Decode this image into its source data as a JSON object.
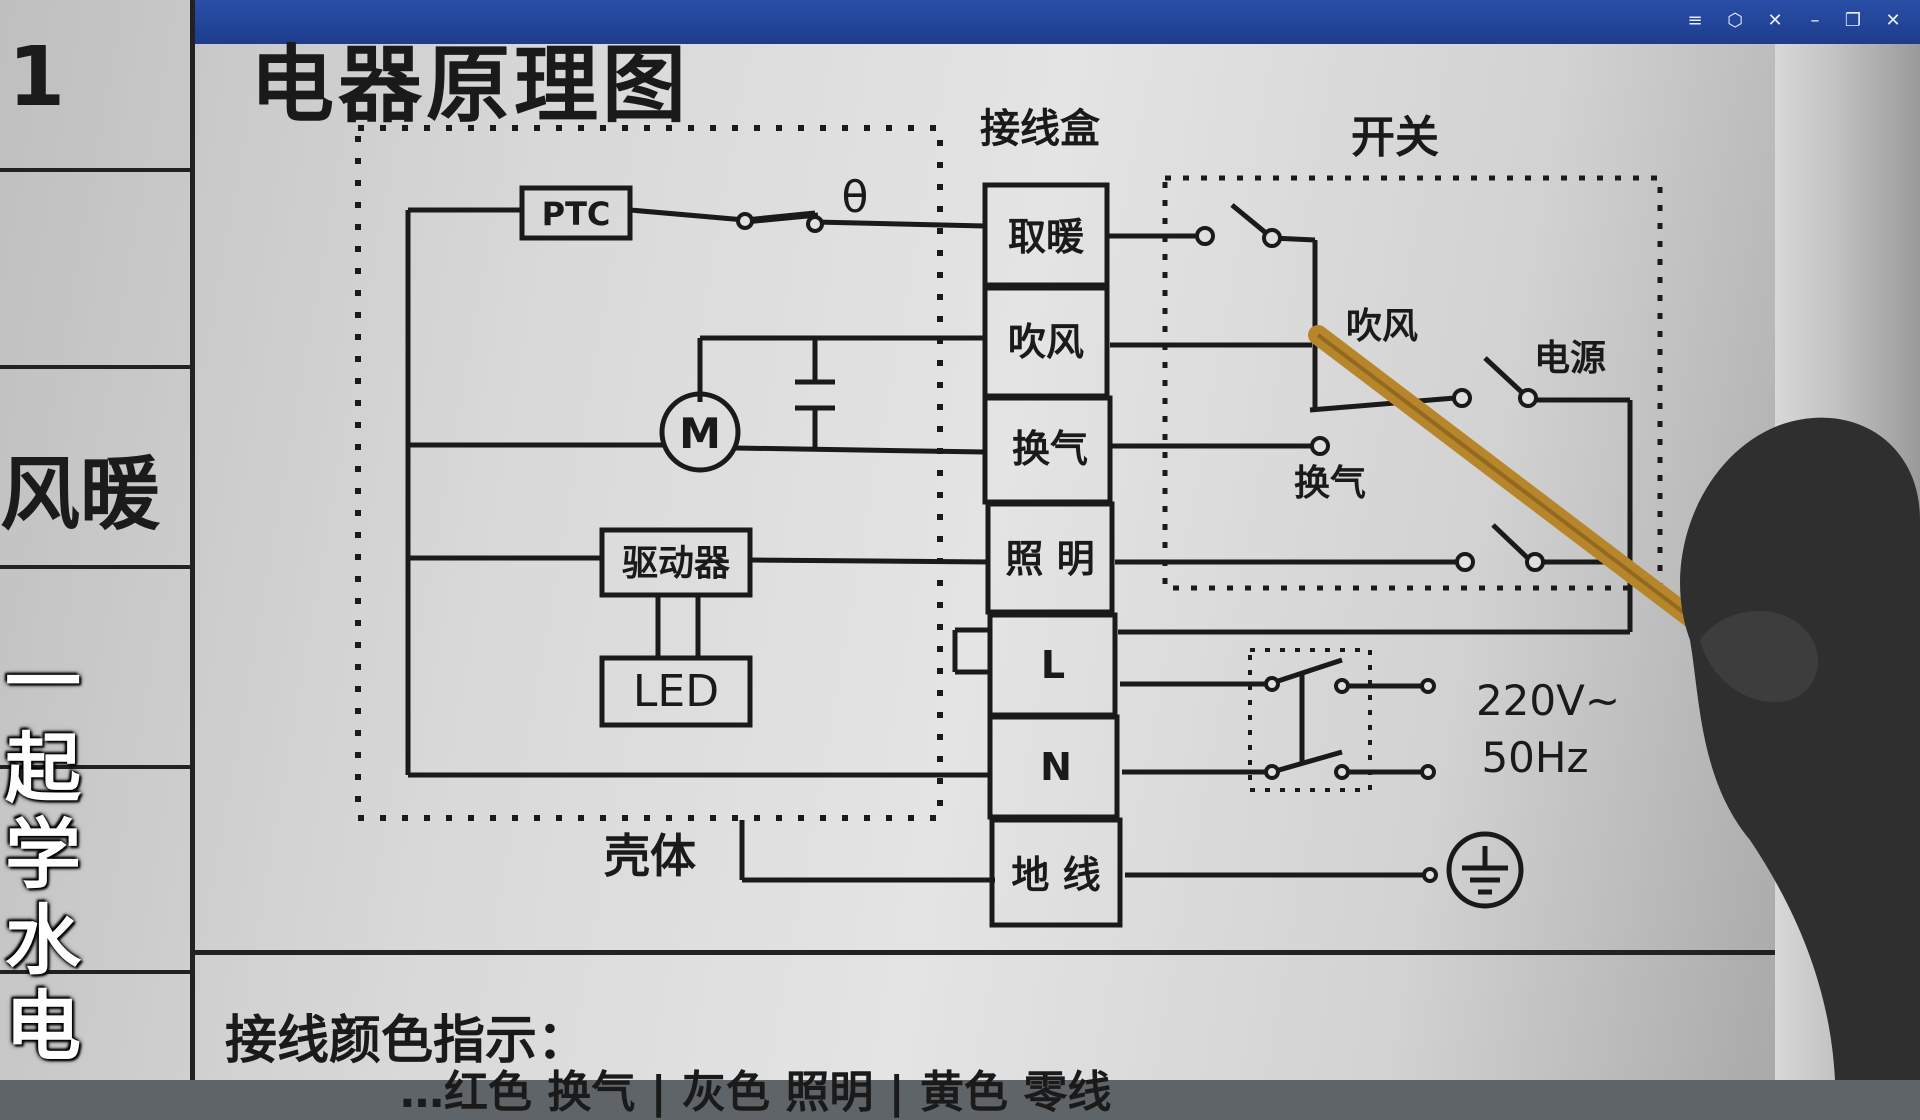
{
  "window": {
    "buttons": [
      "≡",
      "⬡",
      "✕",
      "–",
      "❐",
      "✕"
    ]
  },
  "sheet": {
    "left_number": "1",
    "left_word": "风暖",
    "watermark": "一起学水电",
    "title": "电器原理图",
    "footnote": "接线颜色指示：",
    "footnote_cut": "…红色 换气 | 灰色 照明 | 黄色 零线"
  },
  "diagram": {
    "box_label": "接线盒",
    "switch_label": "开关",
    "terminals": [
      "取暖",
      "吹风",
      "换气",
      "照 明",
      "L",
      "N",
      "地 线"
    ],
    "ptc": "PTC",
    "theta": "θ",
    "motor": "M",
    "driver": "驱动器",
    "led": "LED",
    "shell": "壳体",
    "sw_blow": "吹风",
    "sw_power": "电源",
    "sw_vent": "换气",
    "voltage": "220V~",
    "freq": "50Hz"
  }
}
